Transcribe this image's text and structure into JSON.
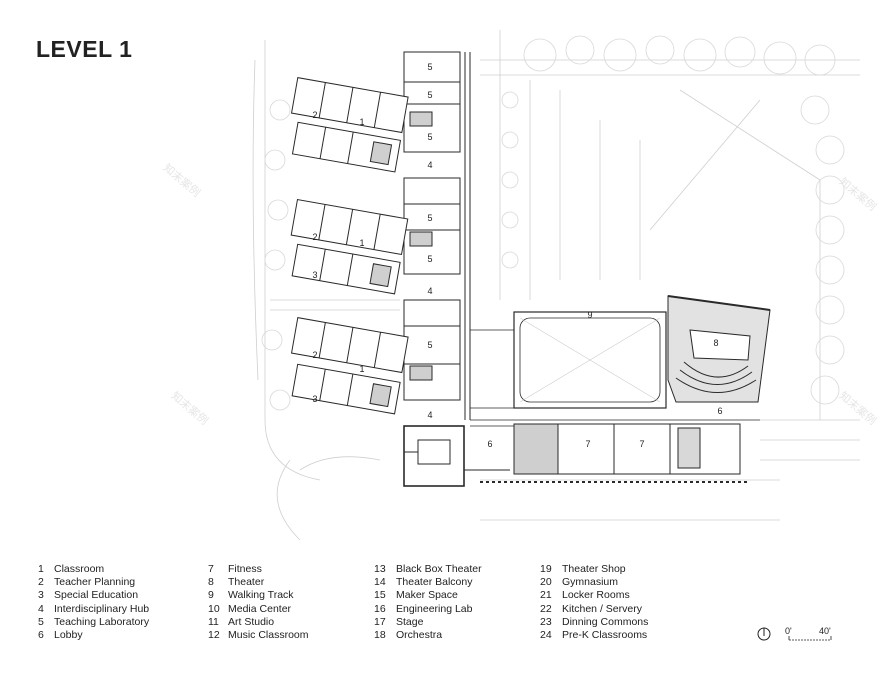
{
  "title": "LEVEL 1",
  "room_labels": {
    "classroom": "1",
    "teacher_planning": "2",
    "special_education": "3",
    "interdisciplinary_hub": "4",
    "teaching_laboratory": "5",
    "lobby": "6",
    "fitness": "7",
    "theater": "8",
    "walking_track": "9"
  },
  "legend": {
    "col1": [
      {
        "num": "1",
        "label": "Classroom"
      },
      {
        "num": "2",
        "label": "Teacher Planning"
      },
      {
        "num": "3",
        "label": "Special Education"
      },
      {
        "num": "4",
        "label": "Interdisciplinary Hub"
      },
      {
        "num": "5",
        "label": "Teaching Laboratory"
      },
      {
        "num": "6",
        "label": "Lobby"
      }
    ],
    "col2": [
      {
        "num": "7",
        "label": "Fitness"
      },
      {
        "num": "8",
        "label": "Theater"
      },
      {
        "num": "9",
        "label": "Walking Track"
      },
      {
        "num": "10",
        "label": "Media Center"
      },
      {
        "num": "11",
        "label": "Art Studio"
      },
      {
        "num": "12",
        "label": "Music Classroom"
      }
    ],
    "col3": [
      {
        "num": "13",
        "label": "Black Box Theater"
      },
      {
        "num": "14",
        "label": "Theater Balcony"
      },
      {
        "num": "15",
        "label": "Maker Space"
      },
      {
        "num": "16",
        "label": "Engineering Lab"
      },
      {
        "num": "17",
        "label": "Stage"
      },
      {
        "num": "18",
        "label": "Orchestra"
      }
    ],
    "col4": [
      {
        "num": "19",
        "label": "Theater Shop"
      },
      {
        "num": "20",
        "label": "Gymnasium"
      },
      {
        "num": "21",
        "label": "Locker Rooms"
      },
      {
        "num": "22",
        "label": "Kitchen / Servery"
      },
      {
        "num": "23",
        "label": "Dinning Commons"
      },
      {
        "num": "24",
        "label": "Pre-K Classrooms"
      }
    ]
  },
  "scale": {
    "start": "0'",
    "end": "40'"
  },
  "watermark": "知末案例",
  "colors": {
    "line": "#2a2a2a",
    "site": "#c8c8c8",
    "shade": "#d4d4d4",
    "dark": "#555555"
  }
}
